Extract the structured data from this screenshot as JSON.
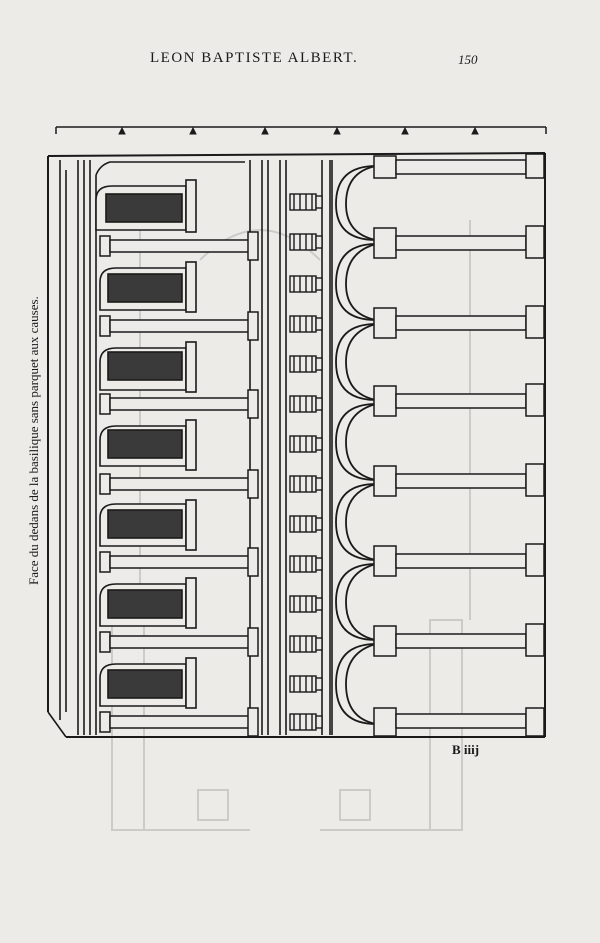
{
  "header": {
    "title": "LEON BAPTISTE ALBERT.",
    "page_number": "150"
  },
  "caption": "Face du dedans de la basilique sans parquet aux causes.",
  "signature": "B iiij",
  "colors": {
    "ink": "#1a1a1a",
    "paper": "#ecebe8",
    "bleed": "#c9c8c4"
  }
}
